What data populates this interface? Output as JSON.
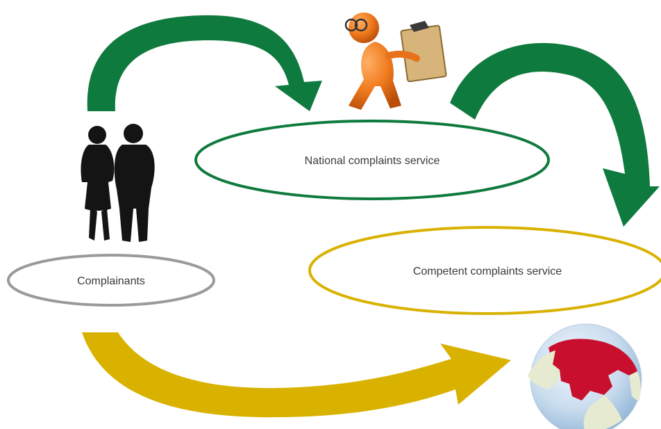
{
  "nodes": {
    "national": {
      "label": "National complaints service",
      "stroke": "#0f7a3e"
    },
    "competent": {
      "label": "Competent complaints service",
      "stroke": "#d9b200"
    },
    "complainants": {
      "label": "Complainants",
      "stroke": "#9a9a9a"
    }
  },
  "arrows": {
    "complainants_to_national": {
      "color": "#0f7a3e"
    },
    "national_to_competent": {
      "color": "#0f7a3e"
    },
    "complainants_to_competent": {
      "color": "#d9b200"
    }
  },
  "icons": {
    "person_figure": "orange-figure-carrying-box-icon",
    "couple": "couple-silhouette-icon",
    "globe": "globe-europe-icon"
  },
  "colors": {
    "green": "#0f7a3e",
    "yellow": "#d9b200",
    "gray": "#9a9a9a",
    "orange": "#e8721c",
    "europe_red": "#c8102e"
  }
}
